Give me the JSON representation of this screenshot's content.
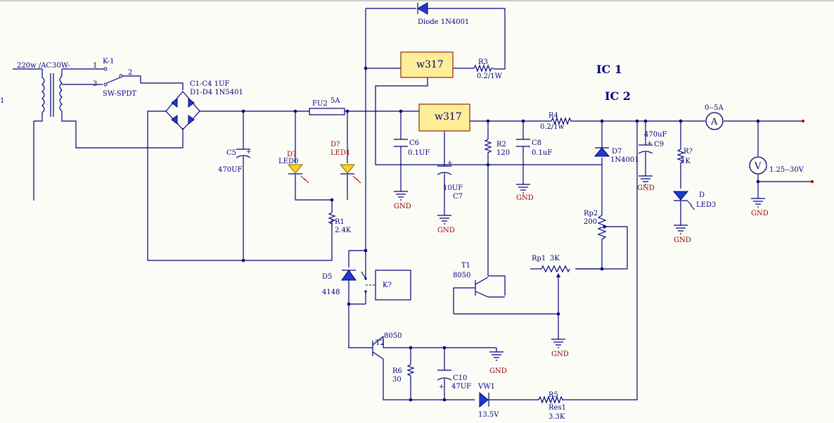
{
  "labels": {
    "src_ac": "220w /AC",
    "src_30v": "30W-",
    "k1": "K-1",
    "pin1": "1",
    "pin2": "2",
    "pin3": "3",
    "swspdt": "SW-SPDT",
    "bridge1": "C1-C4 1UF",
    "bridge2": "D1-D4 1N5401",
    "fu2": "FU2",
    "fu_val": "5A",
    "c5": "C5",
    "c5v": "470UF",
    "led0_ref": "D?",
    "led0": "LED0",
    "led1_ref": "D?",
    "led1": "LED1",
    "r1": "R1",
    "r1v": "2.4K",
    "diode_top": "Diode 1N4001",
    "ic_a": "w317",
    "ic_b": "w317",
    "r3": "R3",
    "r3v": "0.2/1W",
    "ic1": "IC 1",
    "ic2": "IC 2",
    "c6": "C6",
    "c6v": "0.1UF",
    "c7": "C7",
    "c7v": "10UF",
    "r2": "R2",
    "r2v": "120",
    "c8": "C8",
    "c8v": "0.1uF",
    "r4": "R4",
    "r4v": "0.2/1w",
    "d7": "D7",
    "d7v": "1N4001",
    "c9": "C9",
    "c9v": "470uF",
    "rq": "R?",
    "rqv": "1K",
    "d_led3": "D",
    "led3": "LED3",
    "ammeter_range": "0--5A",
    "amm": "A",
    "volt": "V",
    "volt_range": "1.25--30V",
    "rp2": "Rp2",
    "rp2v": "200",
    "rp1": "Rp1",
    "rp1v": "3K",
    "t1": "T1",
    "t1v": "8050",
    "d5": "D5",
    "d5v": "4148",
    "k_relay": "K?",
    "t2": "T2",
    "t2v": "8050",
    "r6": "R6",
    "r6v": "30",
    "c10": "C10",
    "c10v": "47UF",
    "vw1": "VW1",
    "vw1v": "13.5V",
    "r5": "R5",
    "r5n": "Res1",
    "r5v": "3.3K",
    "gnd": "GND",
    "edge1": "1"
  }
}
